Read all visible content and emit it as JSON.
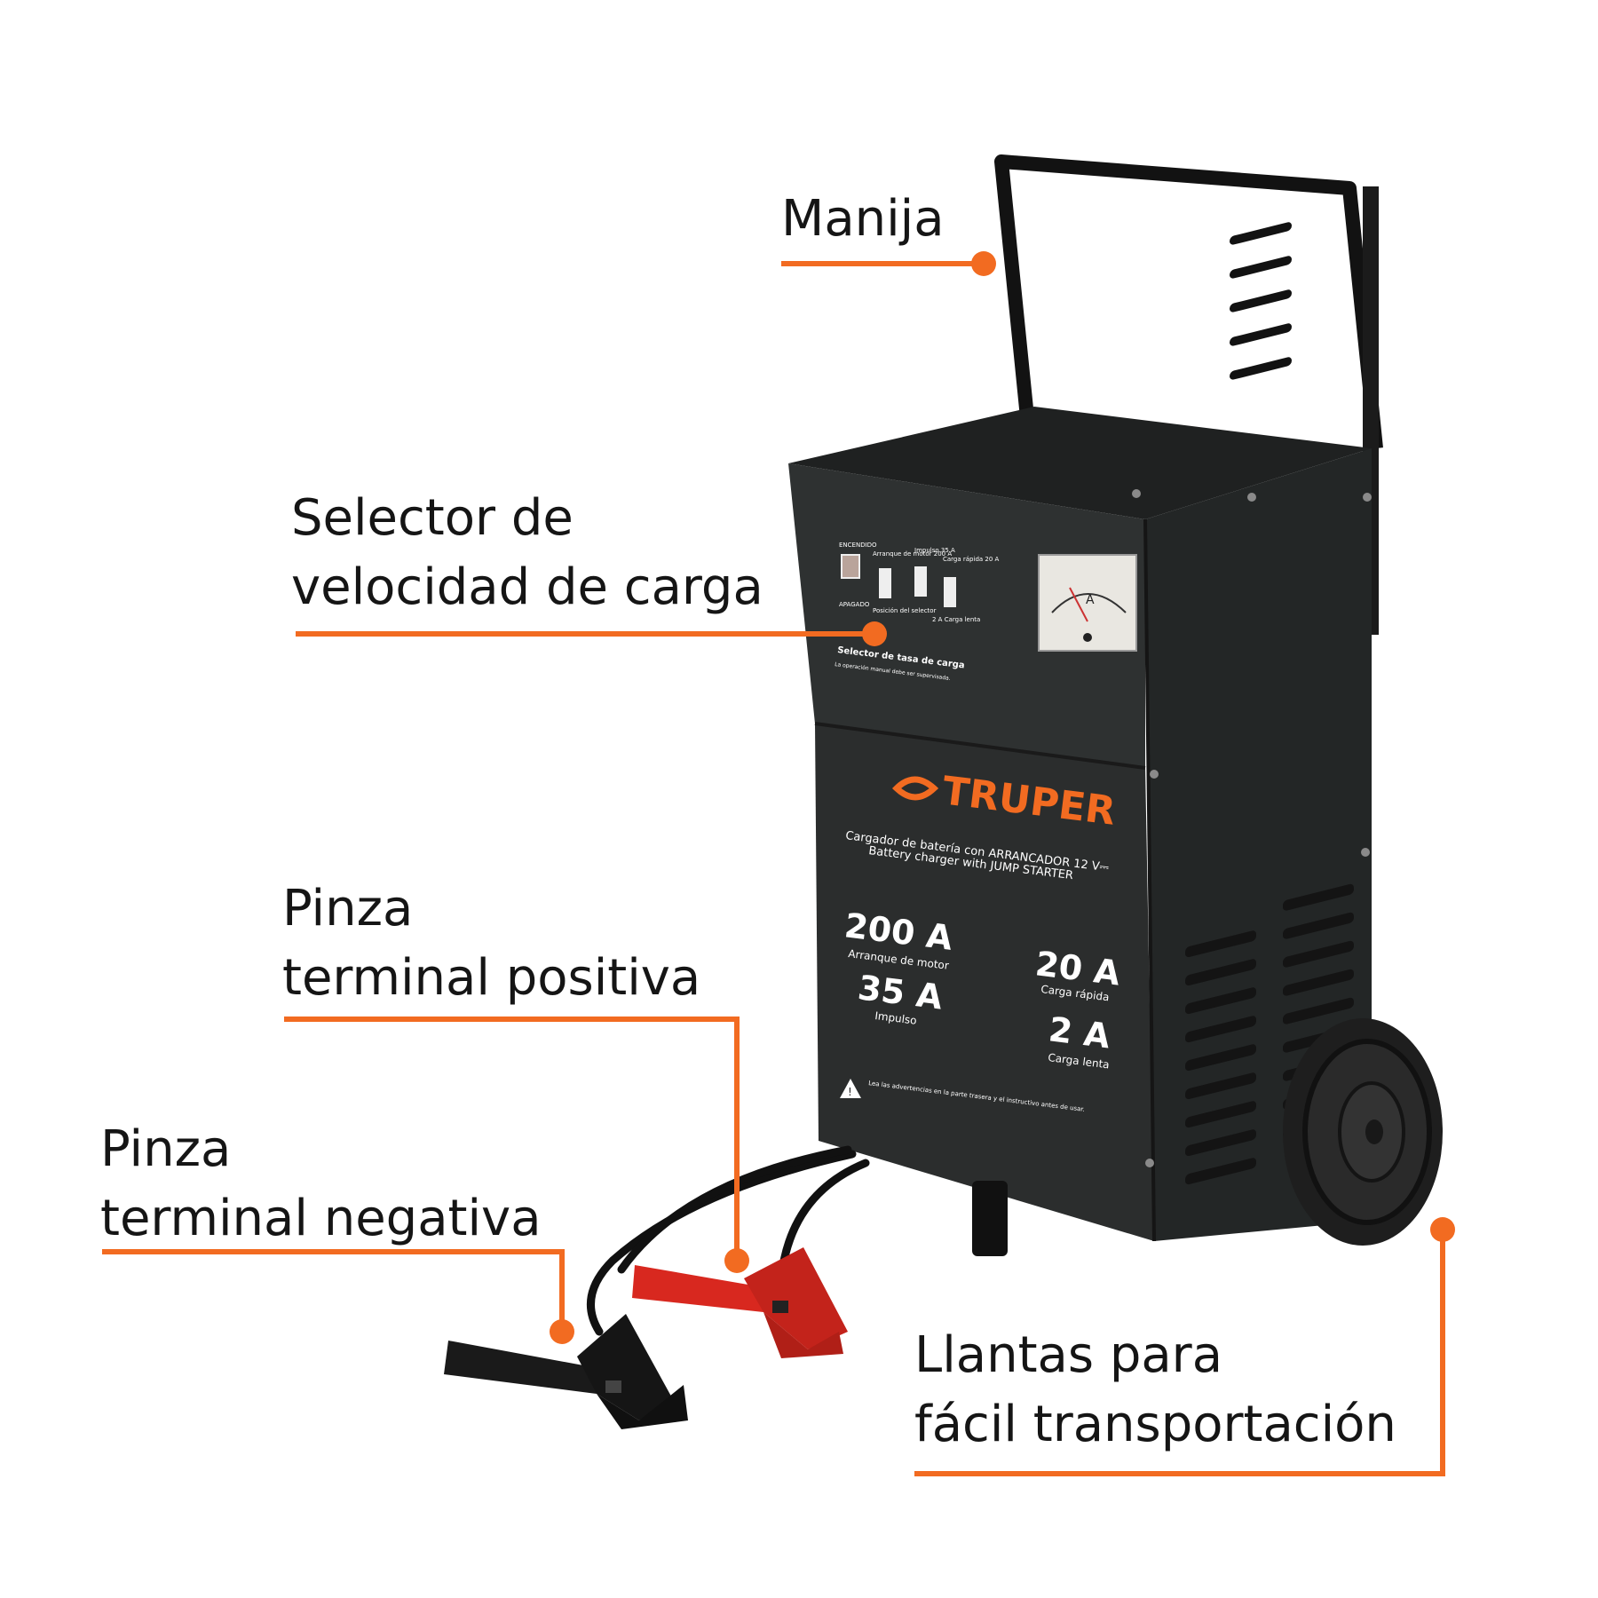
{
  "callouts": {
    "handle": "Manija",
    "selector_line1": "Selector de",
    "selector_line2": "velocidad de carga",
    "positive_line1": "Pinza",
    "positive_line2": "terminal positiva",
    "negative_line1": "Pinza",
    "negative_line2": "terminal negativa",
    "wheels_line1": "Llantas para",
    "wheels_line2": "fácil transportación"
  },
  "product": {
    "brand": "TRUPER",
    "desc_es": "Cargador de batería con ARRANCADOR 12 V⎓",
    "desc_en": "Battery charger with JUMP STARTER",
    "rating_200": "200 A",
    "rating_200_label": "Arranque de motor",
    "rating_35": "35 A",
    "rating_35_label": "Impulso",
    "rating_20": "20 A",
    "rating_20_label": "Carga rápida",
    "rating_2": "2 A",
    "rating_2_label": "Carga lenta",
    "warning": "Lea las advertencias en la parte trasera y el instructivo antes de usar.",
    "switch_on": "ENCENDIDO",
    "switch_off": "APAGADO",
    "sel_200": "Arranque de motor 200 A",
    "sel_35": "Impulso 35 A",
    "sel_20": "Carga rápida 20 A",
    "sel_2": "2 A Carga lenta",
    "sel_pos": "Posición del selector",
    "rate_title": "Selector de tasa de carga",
    "rate_note": "La operación manual debe ser supervisada.",
    "meter_unit": "A"
  },
  "colors": {
    "accent": "#f26b21",
    "body": "#2b2d2d",
    "clamp_red": "#d8281f",
    "clamp_black": "#1a1a1a"
  }
}
